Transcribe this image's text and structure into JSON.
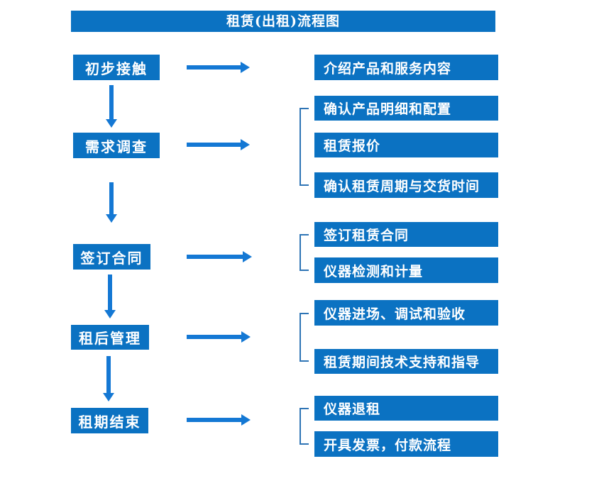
{
  "title": "租赁(出租)流程图",
  "colors": {
    "box_fill": "#0B72C2",
    "arrow": "#1478D4",
    "bracket": "#2E74B5",
    "text": "#FFFFFF",
    "background": "#FFFFFF"
  },
  "steps": [
    {
      "label": "初步接触",
      "details": [
        "介绍产品和服务内容"
      ]
    },
    {
      "label": "需求调查",
      "details": [
        "确认产品明细和配置",
        "租赁报价",
        "确认租赁周期与交货时间"
      ]
    },
    {
      "label": "签订合同",
      "details": [
        "签订租赁合同",
        "仪器检测和计量"
      ]
    },
    {
      "label": "租后管理",
      "details": [
        "仪器进场、调试和验收",
        "租赁期间技术支持和指导"
      ]
    },
    {
      "label": "租期结束",
      "details": [
        "仪器退租",
        "开具发票，付款流程"
      ]
    }
  ]
}
